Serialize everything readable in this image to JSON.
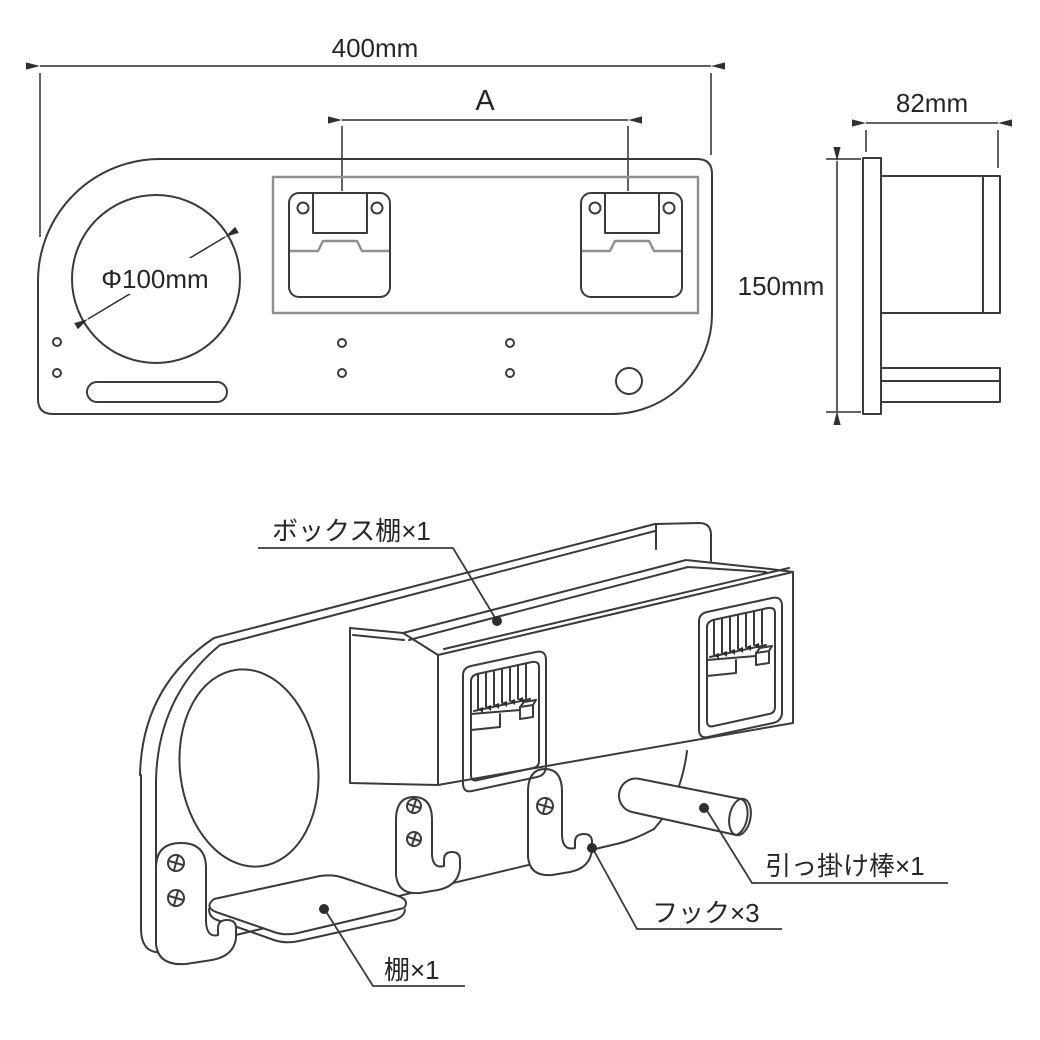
{
  "front_view": {
    "width_label": "400mm",
    "span_label": "A",
    "hole_label": "Φ100mm"
  },
  "side_view": {
    "depth_label": "82mm",
    "height_label": "150mm"
  },
  "parts": {
    "box_shelf_label": "ボックス棚×1",
    "rod_label": "引っ掛け棒×1",
    "hook_label": "フック×3",
    "shelf_label": "棚×1"
  },
  "colors": {
    "line": "#3a3a3a",
    "secondary_line": "#8f8f8f",
    "background": "#ffffff"
  }
}
